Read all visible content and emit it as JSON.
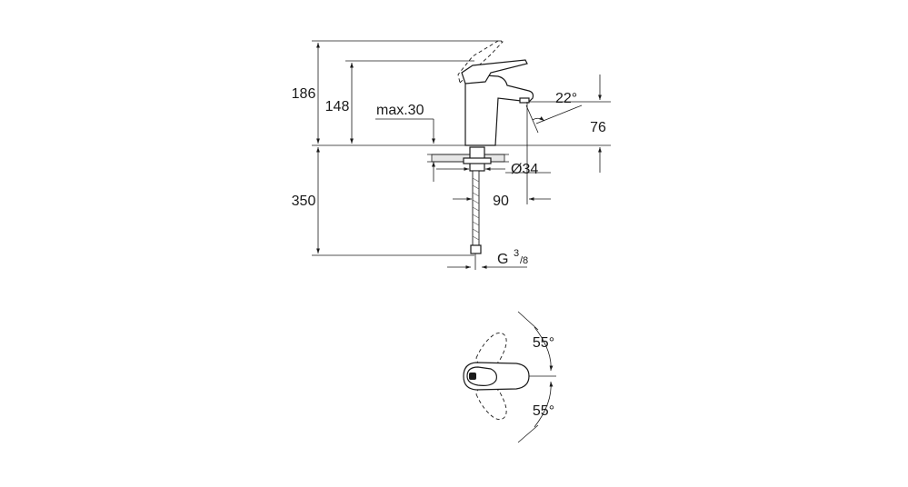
{
  "side_view": {
    "dims": {
      "total_height": "186",
      "spout_height": "148",
      "max_deck": "max.30",
      "angle": "22°",
      "reach_height": "76",
      "hole_diameter": "Ø34",
      "hose_length": "350",
      "projection": "90",
      "thread_main": "G",
      "thread_num": "3",
      "thread_den": "/8"
    }
  },
  "top_view": {
    "dims": {
      "angle_upper": "55°",
      "angle_lower": "55°"
    }
  }
}
